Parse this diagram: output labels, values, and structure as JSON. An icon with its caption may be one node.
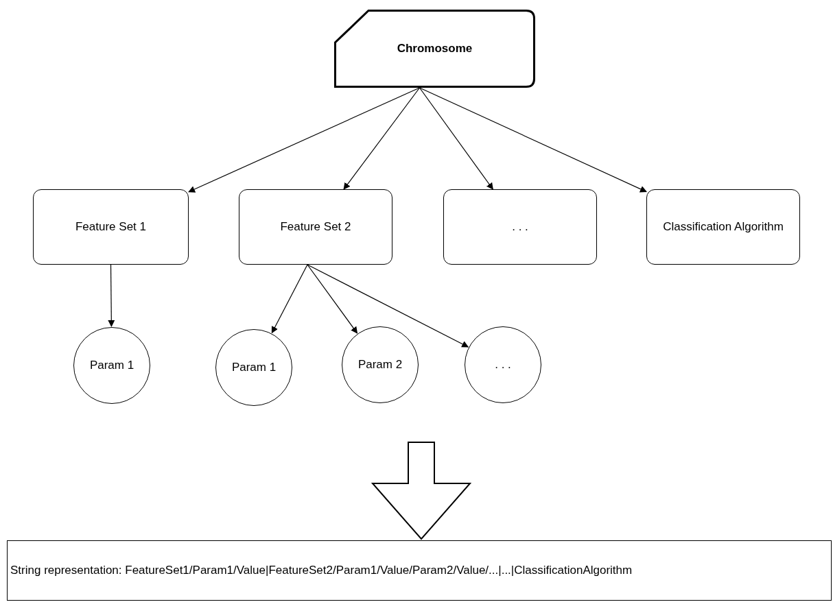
{
  "diagram": {
    "nodes": [
      {
        "text": [
          "Chromosome"
        ]
      },
      {
        "text": [
          "Feature Set 1"
        ]
      },
      {
        "text": [
          "Feature Set 2"
        ]
      },
      {
        "text": [
          ". . ."
        ]
      },
      {
        "text": [
          "Classification Algorithm"
        ]
      },
      {
        "text": [
          "Param 1"
        ]
      },
      {
        "text": [
          "Param 1"
        ]
      },
      {
        "text": [
          "Param 2"
        ]
      },
      {
        "text": [
          ". . ."
        ]
      },
      {
        "text": [
          "String representation: FeatureSet1/Param1/Value|FeatureSet2/Param1/Value/Param2/Value/...|...|ClassificationAlgorithm"
        ]
      }
    ],
    "edges": [
      {
        "from": 0,
        "to": 1,
        "arrow": "to"
      },
      {
        "from": 0,
        "to": 2,
        "arrow": "to"
      },
      {
        "from": 0,
        "to": 3,
        "arrow": "to"
      },
      {
        "from": 0,
        "to": 4,
        "arrow": "to"
      },
      {
        "from": 1,
        "to": 5,
        "arrow": "to"
      },
      {
        "from": 2,
        "to": 6,
        "arrow": "to"
      },
      {
        "from": 2,
        "to": 7,
        "arrow": "to"
      },
      {
        "from": 2,
        "to": 8,
        "arrow": "to"
      },
      {
        "from": null,
        "to": 9,
        "arrow": "to",
        "style": "thick"
      }
    ]
  }
}
